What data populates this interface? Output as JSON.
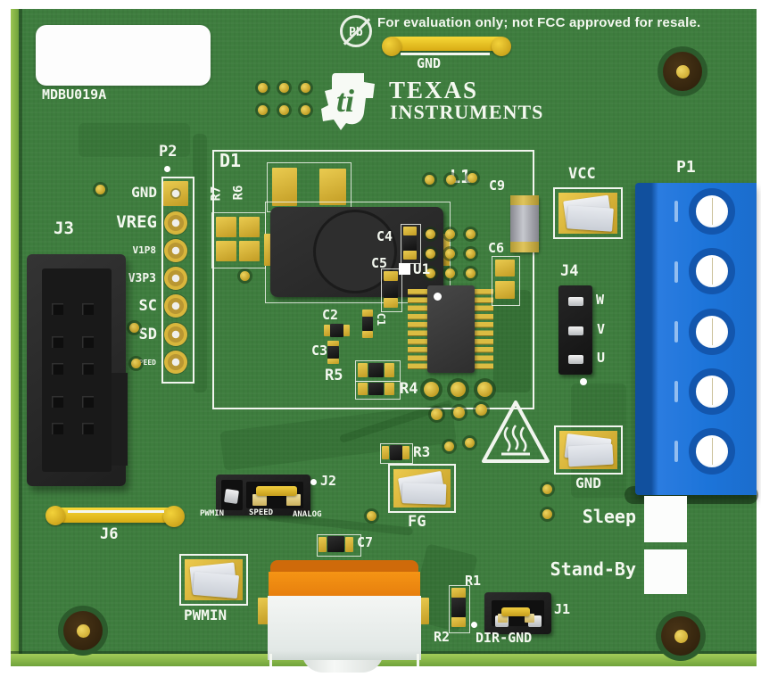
{
  "header": {
    "disclaimer": "For evaluation only; not FCC approved for resale.",
    "pb_free": "Pb",
    "gnd_loop": "GND",
    "brand_top": "TEXAS",
    "brand_bottom": "INSTRUMENTS",
    "part_number": "MDBU019A"
  },
  "connectors": {
    "p2": {
      "label": "P2",
      "pins": [
        "GND",
        "VREG",
        "V1P8",
        "V3P3",
        "SC",
        "SD",
        "SPEED"
      ]
    },
    "j3": {
      "label": "J3"
    },
    "p1": {
      "label": "P1"
    },
    "j4": {
      "label": "J4",
      "pins": [
        "W",
        "V",
        "U"
      ]
    },
    "j2": {
      "label": "J2",
      "options": [
        "PWMIN",
        "SPEED",
        "ANALOG"
      ]
    },
    "j1": {
      "label": "J1",
      "caption": "DIR-GND"
    },
    "j6": {
      "label": "J6"
    }
  },
  "components": {
    "d1": "D1",
    "r7": "R7",
    "r6": "R6",
    "l1": "L1",
    "u1": "U1",
    "c1": "C1",
    "c2": "C2",
    "c3": "C3",
    "c4": "C4",
    "c5": "C5",
    "c6": "C6",
    "c7": "C7",
    "c9": "C9",
    "r1": "R1",
    "r2": "R2",
    "r3": "R3",
    "r4": "R4",
    "r5": "R5"
  },
  "test_points": {
    "vcc": "VCC",
    "gnd": "GND",
    "fg": "FG",
    "pwmin": "PWMIN"
  },
  "modes": {
    "sleep": "Sleep",
    "standby": "Stand-By"
  },
  "colors": {
    "board_green": "#3e7d3e",
    "silkscreen_white": "#f2f5ef",
    "pad_gold": "#c9a22a",
    "terminal_blue": "#1c74d9",
    "pot_orange": "#ef8812"
  }
}
